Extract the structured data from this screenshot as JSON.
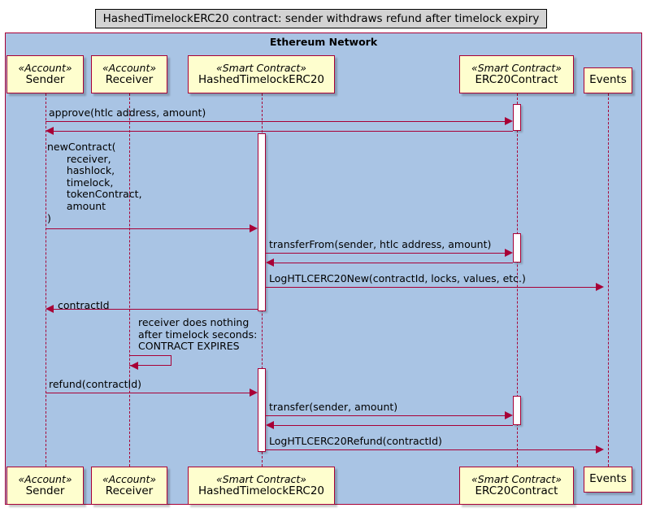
{
  "diagram": {
    "title": "HashedTimelockERC20 contract: sender withdraws refund after timelock expiry",
    "group_title": "Ethereum Network",
    "colors": {
      "line": "#a80036",
      "participant_fill": "#fefece",
      "group_fill": "#a9c4e4",
      "title_fill": "#d3d3d3",
      "activation_fill": "#ffffff"
    }
  },
  "participants": [
    {
      "id": "sender",
      "stereotype": "«Account»",
      "name": "Sender"
    },
    {
      "id": "receiver",
      "stereotype": "«Account»",
      "name": "Receiver"
    },
    {
      "id": "htlc",
      "stereotype": "«Smart Contract»",
      "name": "HashedTimelockERC20"
    },
    {
      "id": "erc20",
      "stereotype": "«Smart Contract»",
      "name": "ERC20Contract"
    },
    {
      "id": "events",
      "stereotype": "",
      "name": "Events"
    }
  ],
  "messages": [
    {
      "id": "m1",
      "from": "sender",
      "to": "erc20",
      "label": "approve(htlc address, amount)",
      "kind": "call"
    },
    {
      "id": "m2",
      "from": "erc20",
      "to": "sender",
      "label": "",
      "kind": "return"
    },
    {
      "id": "m3",
      "from": "sender",
      "to": "htlc",
      "label": "newContract(\n      receiver,\n      hashlock,\n      timelock,\n      tokenContract,\n      amount\n)",
      "kind": "call"
    },
    {
      "id": "m4",
      "from": "htlc",
      "to": "erc20",
      "label": "transferFrom(sender, htlc address, amount)",
      "kind": "call"
    },
    {
      "id": "m5",
      "from": "erc20",
      "to": "htlc",
      "label": "",
      "kind": "return"
    },
    {
      "id": "m6",
      "from": "htlc",
      "to": "events",
      "label": "LogHTLCERC20New(contractId, locks, values, etc.)",
      "kind": "call"
    },
    {
      "id": "m7",
      "from": "htlc",
      "to": "sender",
      "label": "contractId",
      "kind": "return"
    },
    {
      "id": "m8",
      "from": "receiver",
      "to": "receiver",
      "label": "receiver does nothing\nafter timelock seconds:\nCONTRACT EXPIRES",
      "kind": "self"
    },
    {
      "id": "m9",
      "from": "sender",
      "to": "htlc",
      "label": "refund(contractId)",
      "kind": "call"
    },
    {
      "id": "m10",
      "from": "htlc",
      "to": "erc20",
      "label": "transfer(sender, amount)",
      "kind": "call"
    },
    {
      "id": "m11",
      "from": "erc20",
      "to": "htlc",
      "label": "",
      "kind": "return"
    },
    {
      "id": "m12",
      "from": "htlc",
      "to": "events",
      "label": "LogHTLCERC20Refund(contractId)",
      "kind": "call"
    }
  ]
}
